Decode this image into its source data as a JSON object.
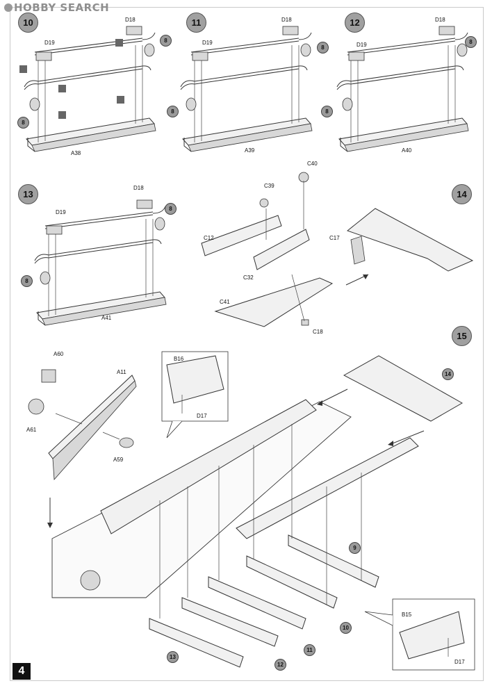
{
  "header": {
    "brand": "HOBBY SEARCH"
  },
  "page": {
    "number": "4"
  },
  "steps": [
    {
      "id": "10",
      "refs": [
        "8",
        "8"
      ],
      "parts": [
        "D18",
        "D19",
        "A38"
      ]
    },
    {
      "id": "11",
      "refs": [
        "8",
        "8"
      ],
      "parts": [
        "D18",
        "D19",
        "A39"
      ]
    },
    {
      "id": "12",
      "refs": [
        "8",
        "8"
      ],
      "parts": [
        "D18",
        "D19",
        "A40"
      ]
    },
    {
      "id": "13",
      "refs": [
        "8",
        "8"
      ],
      "parts": [
        "D18",
        "D19",
        "A41"
      ]
    },
    {
      "id": "14",
      "parts": [
        "C40",
        "C39",
        "C12",
        "C32",
        "C41",
        "C18",
        "C17"
      ]
    },
    {
      "id": "15",
      "refs": [
        "14",
        "9",
        "10",
        "11",
        "12",
        "13"
      ],
      "parts": [
        "A60",
        "A11",
        "A61",
        "A59",
        "B16",
        "D17",
        "B15",
        "D17"
      ]
    }
  ],
  "icons": [
    "glue-icon",
    "glue-icon",
    "glue-icon",
    "glue-icon"
  ]
}
